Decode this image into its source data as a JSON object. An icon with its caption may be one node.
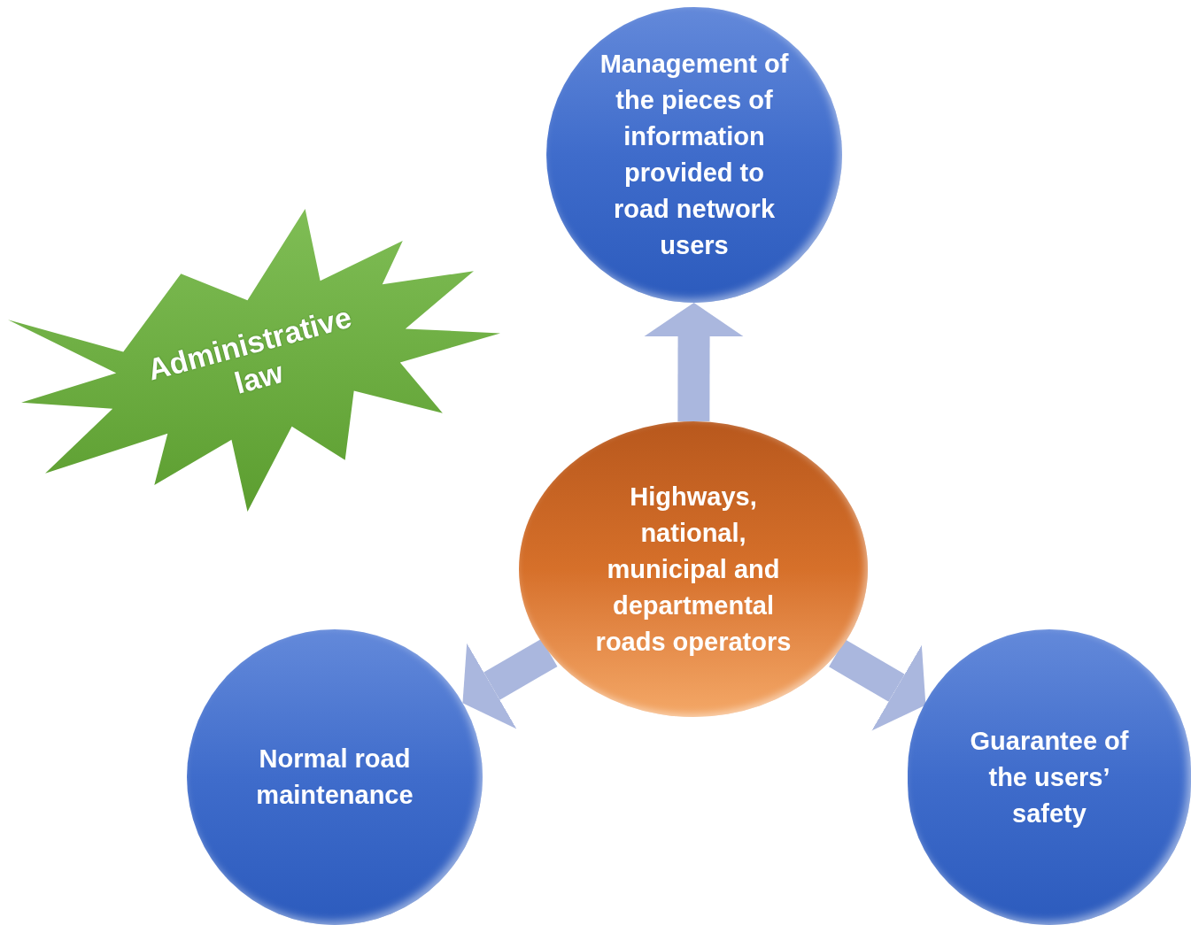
{
  "diagram": {
    "nodes": [
      {
        "text": [
          "Administrative law"
        ]
      },
      {
        "text": [
          "Management of the pieces of information provided to road network users"
        ]
      },
      {
        "text": [
          "Highways, national, municipal and departmental roads operators"
        ]
      },
      {
        "text": [
          "Normal road maintenance"
        ]
      },
      {
        "text": [
          "Guarantee of the users’ safety"
        ]
      }
    ],
    "edges": [
      {
        "from": 2,
        "to": 1,
        "arrow": "to"
      },
      {
        "from": 2,
        "to": 3,
        "arrow": "to"
      },
      {
        "from": 2,
        "to": 4,
        "arrow": "to"
      }
    ]
  }
}
